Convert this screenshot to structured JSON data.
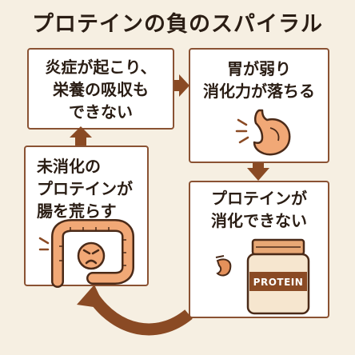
{
  "title": "プロテインの負のスパイラル",
  "boxes": {
    "b1": {
      "line1": "炎症が起こり、",
      "line2": "栄養の吸収も",
      "line3": "できない"
    },
    "b2": {
      "line1": "胃が弱り",
      "line2": "消化力が落ちる"
    },
    "b3": {
      "line1": "プロテインが",
      "line2": "消化できない",
      "jar_label": "PROTEIN"
    },
    "b4": {
      "line1": "未消化の",
      "line2": "プロテインが",
      "line3": "腸を荒らす"
    }
  },
  "colors": {
    "arrow": "#8a4a24",
    "border": "#8a5233",
    "background": "#f6efe2",
    "organ": "#f1a876"
  }
}
